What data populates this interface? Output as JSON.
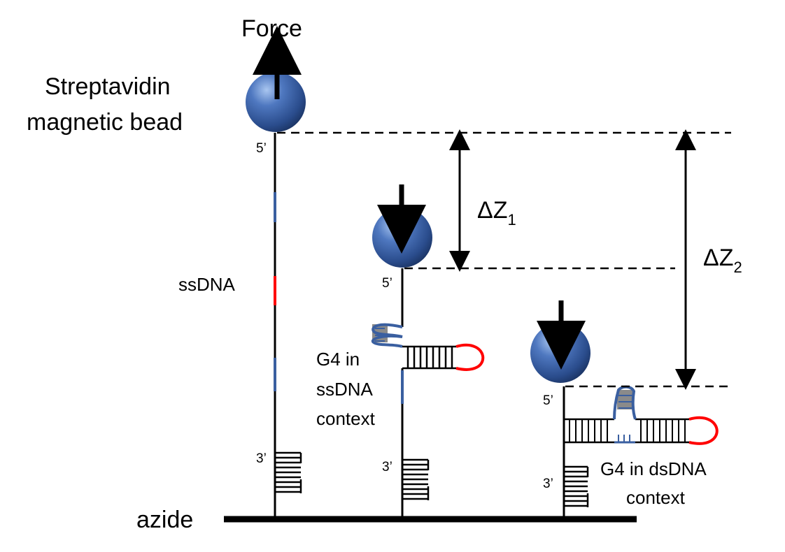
{
  "labels": {
    "force": "Force",
    "bead_line1": "Streptavidin",
    "bead_line2": "magnetic bead",
    "ssdna": "ssDNA",
    "azide": "azide",
    "g4_ss_line1": "G4 in",
    "g4_ss_line2": "ssDNA",
    "g4_ss_line3": "context",
    "g4_ds_line1": "G4 in dsDNA",
    "g4_ds_line2": "context",
    "five_prime": "5’",
    "three_prime": "3’",
    "dz1_main": "ΔZ",
    "dz1_sub": "1",
    "dz2_main": "ΔZ",
    "dz2_sub": "2"
  },
  "colors": {
    "bead": "#3a62a8",
    "dna": "#000000",
    "g4_blue": "#3a5fa0",
    "loop_red": "#ff0000",
    "tetrad_gray": "#8a8a8a"
  }
}
